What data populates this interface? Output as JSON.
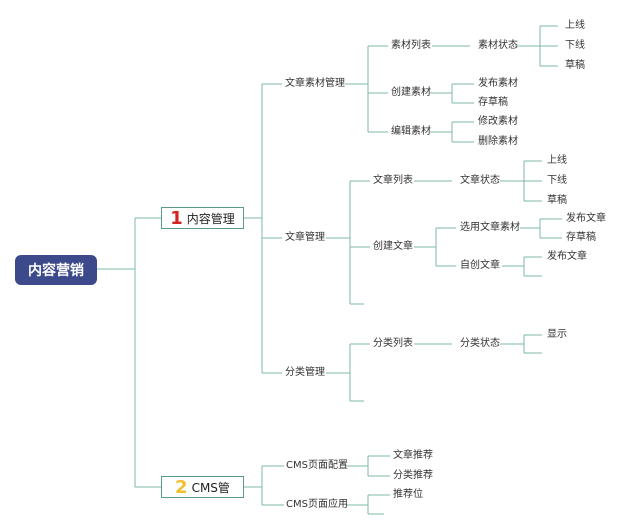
{
  "colors": {
    "line": "#7fb8a8",
    "root_bg": "#3c4a8c",
    "box_border": "#5a9a8a",
    "num1": "#d42323",
    "num2": "#f0c030"
  },
  "root": "内容营销",
  "branch1": {
    "number": "1",
    "label": "内容管理",
    "material": {
      "label": "文章素材管理",
      "list": {
        "label": "素材列表",
        "status": {
          "label": "素材状态",
          "items": [
            "上线",
            "下线",
            "草稿"
          ]
        }
      },
      "create": {
        "label": "创建素材",
        "items": [
          "发布素材",
          "存草稿"
        ]
      },
      "edit": {
        "label": "编辑素材",
        "items": [
          "修改素材",
          "删除素材"
        ]
      }
    },
    "article": {
      "label": "文章管理",
      "list": {
        "label": "文章列表",
        "status": {
          "label": "文章状态",
          "items": [
            "上线",
            "下线",
            "草稿"
          ]
        }
      },
      "create": {
        "label": "创建文章",
        "use_material": {
          "label": "选用文章素材",
          "items": [
            "发布文章",
            "存草稿"
          ]
        },
        "original": {
          "label": "自创文章",
          "items": [
            "发布文章"
          ]
        }
      }
    },
    "category": {
      "label": "分类管理",
      "list": {
        "label": "分类列表",
        "status": {
          "label": "分类状态",
          "items": [
            "显示"
          ]
        }
      }
    }
  },
  "branch2": {
    "number": "2",
    "label": "CMS管",
    "config": {
      "label": "CMS页面配置",
      "items": [
        "文章推荐",
        "分类推荐"
      ]
    },
    "app": {
      "label": "CMS页面应用",
      "items": [
        "推荐位"
      ]
    }
  }
}
